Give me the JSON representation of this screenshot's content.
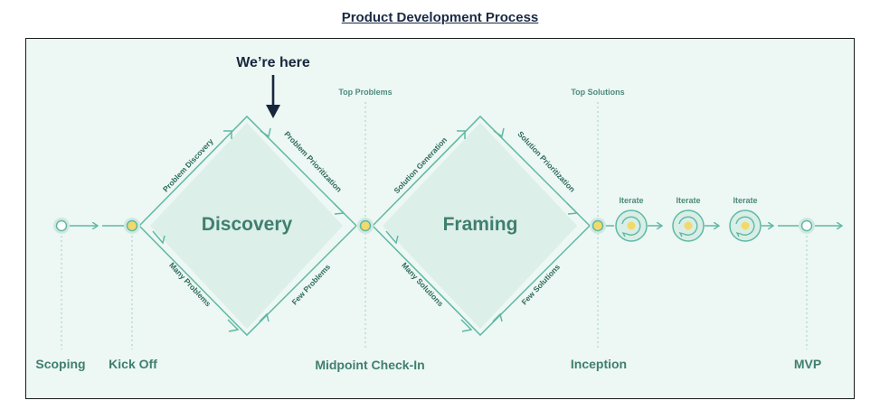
{
  "title": "Product Development Process",
  "marker": "We’re here",
  "diamonds": {
    "discovery": "Discovery",
    "framing": "Framing"
  },
  "edges": {
    "problem_discovery": "Problem Discovery",
    "problem_prioritization": "Problem Prioritization",
    "many_problems": "Many Problems",
    "few_problems": "Few Problems",
    "solution_generation": "Solution Generation",
    "solution_prioritization": "Solution Prioritization",
    "many_solutions": "Many Solutions",
    "few_solutions": "Few Solutions"
  },
  "tops": {
    "top_problems": "Top Problems",
    "top_solutions": "Top Solutions"
  },
  "iterate": [
    "Iterate",
    "Iterate",
    "Iterate"
  ],
  "stages": {
    "scoping": "Scoping",
    "kickoff": "Kick Off",
    "midpoint": "Midpoint Check-In",
    "inception": "Inception",
    "mvp": "MVP"
  },
  "colors": {
    "teal": "#5fb8a4",
    "teal_dark": "#2f6b5e",
    "diamond_fill": "#dcefe8",
    "yellow": "#f2d96b",
    "navy": "#17263e",
    "background": "#edf7f3"
  }
}
